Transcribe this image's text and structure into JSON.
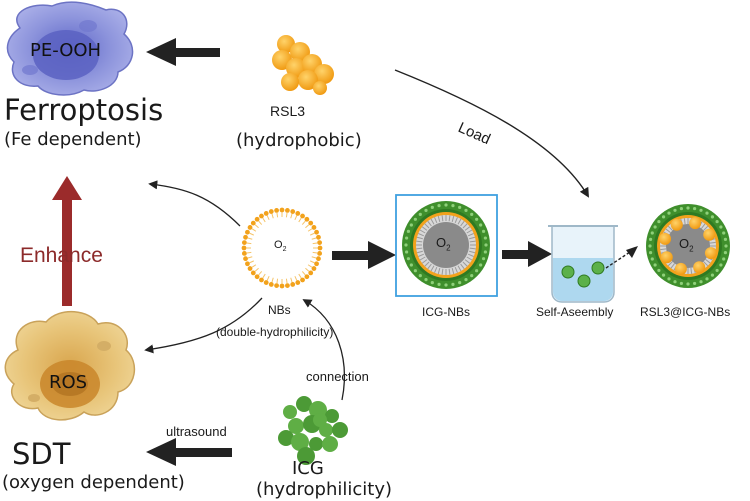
{
  "ferroptosis": {
    "cell_label": "PE-OOH",
    "title": "Ferroptosis",
    "subtitle": "(Fe dependent)"
  },
  "rsl3": {
    "name": "RSL3",
    "property": "(hydrophobic)"
  },
  "load_label": "Load",
  "enhance_label": "Enhance",
  "nbs": {
    "core": "O",
    "core_sub": "2",
    "name": "NBs",
    "property": "(double-hydrophilicity)"
  },
  "icg_nbs": {
    "core": "O",
    "core_sub": "2",
    "name": "ICG-NBs"
  },
  "self_assembly_label": "Self-Aseembly",
  "rsl3_icg_nbs": {
    "core": "O",
    "core_sub": "2",
    "name": "RSL3@ICG-NBs"
  },
  "connection_label": "connection",
  "sdt": {
    "cell_label": "ROS",
    "title": "SDT",
    "subtitle": "(oxygen dependent)"
  },
  "ultrasound_label": "ultrasound",
  "icg": {
    "name": "ICG",
    "property": "(hydrophilicity)"
  },
  "colors": {
    "enhance_arrow": "#9b2b2b",
    "highlight_box": "#3fa0e0",
    "shell_green": "#3f8f2c",
    "particle_orange": "#f2a21c",
    "cell_blue": "#8d94dc",
    "cell_tan": "#e8c57a"
  }
}
